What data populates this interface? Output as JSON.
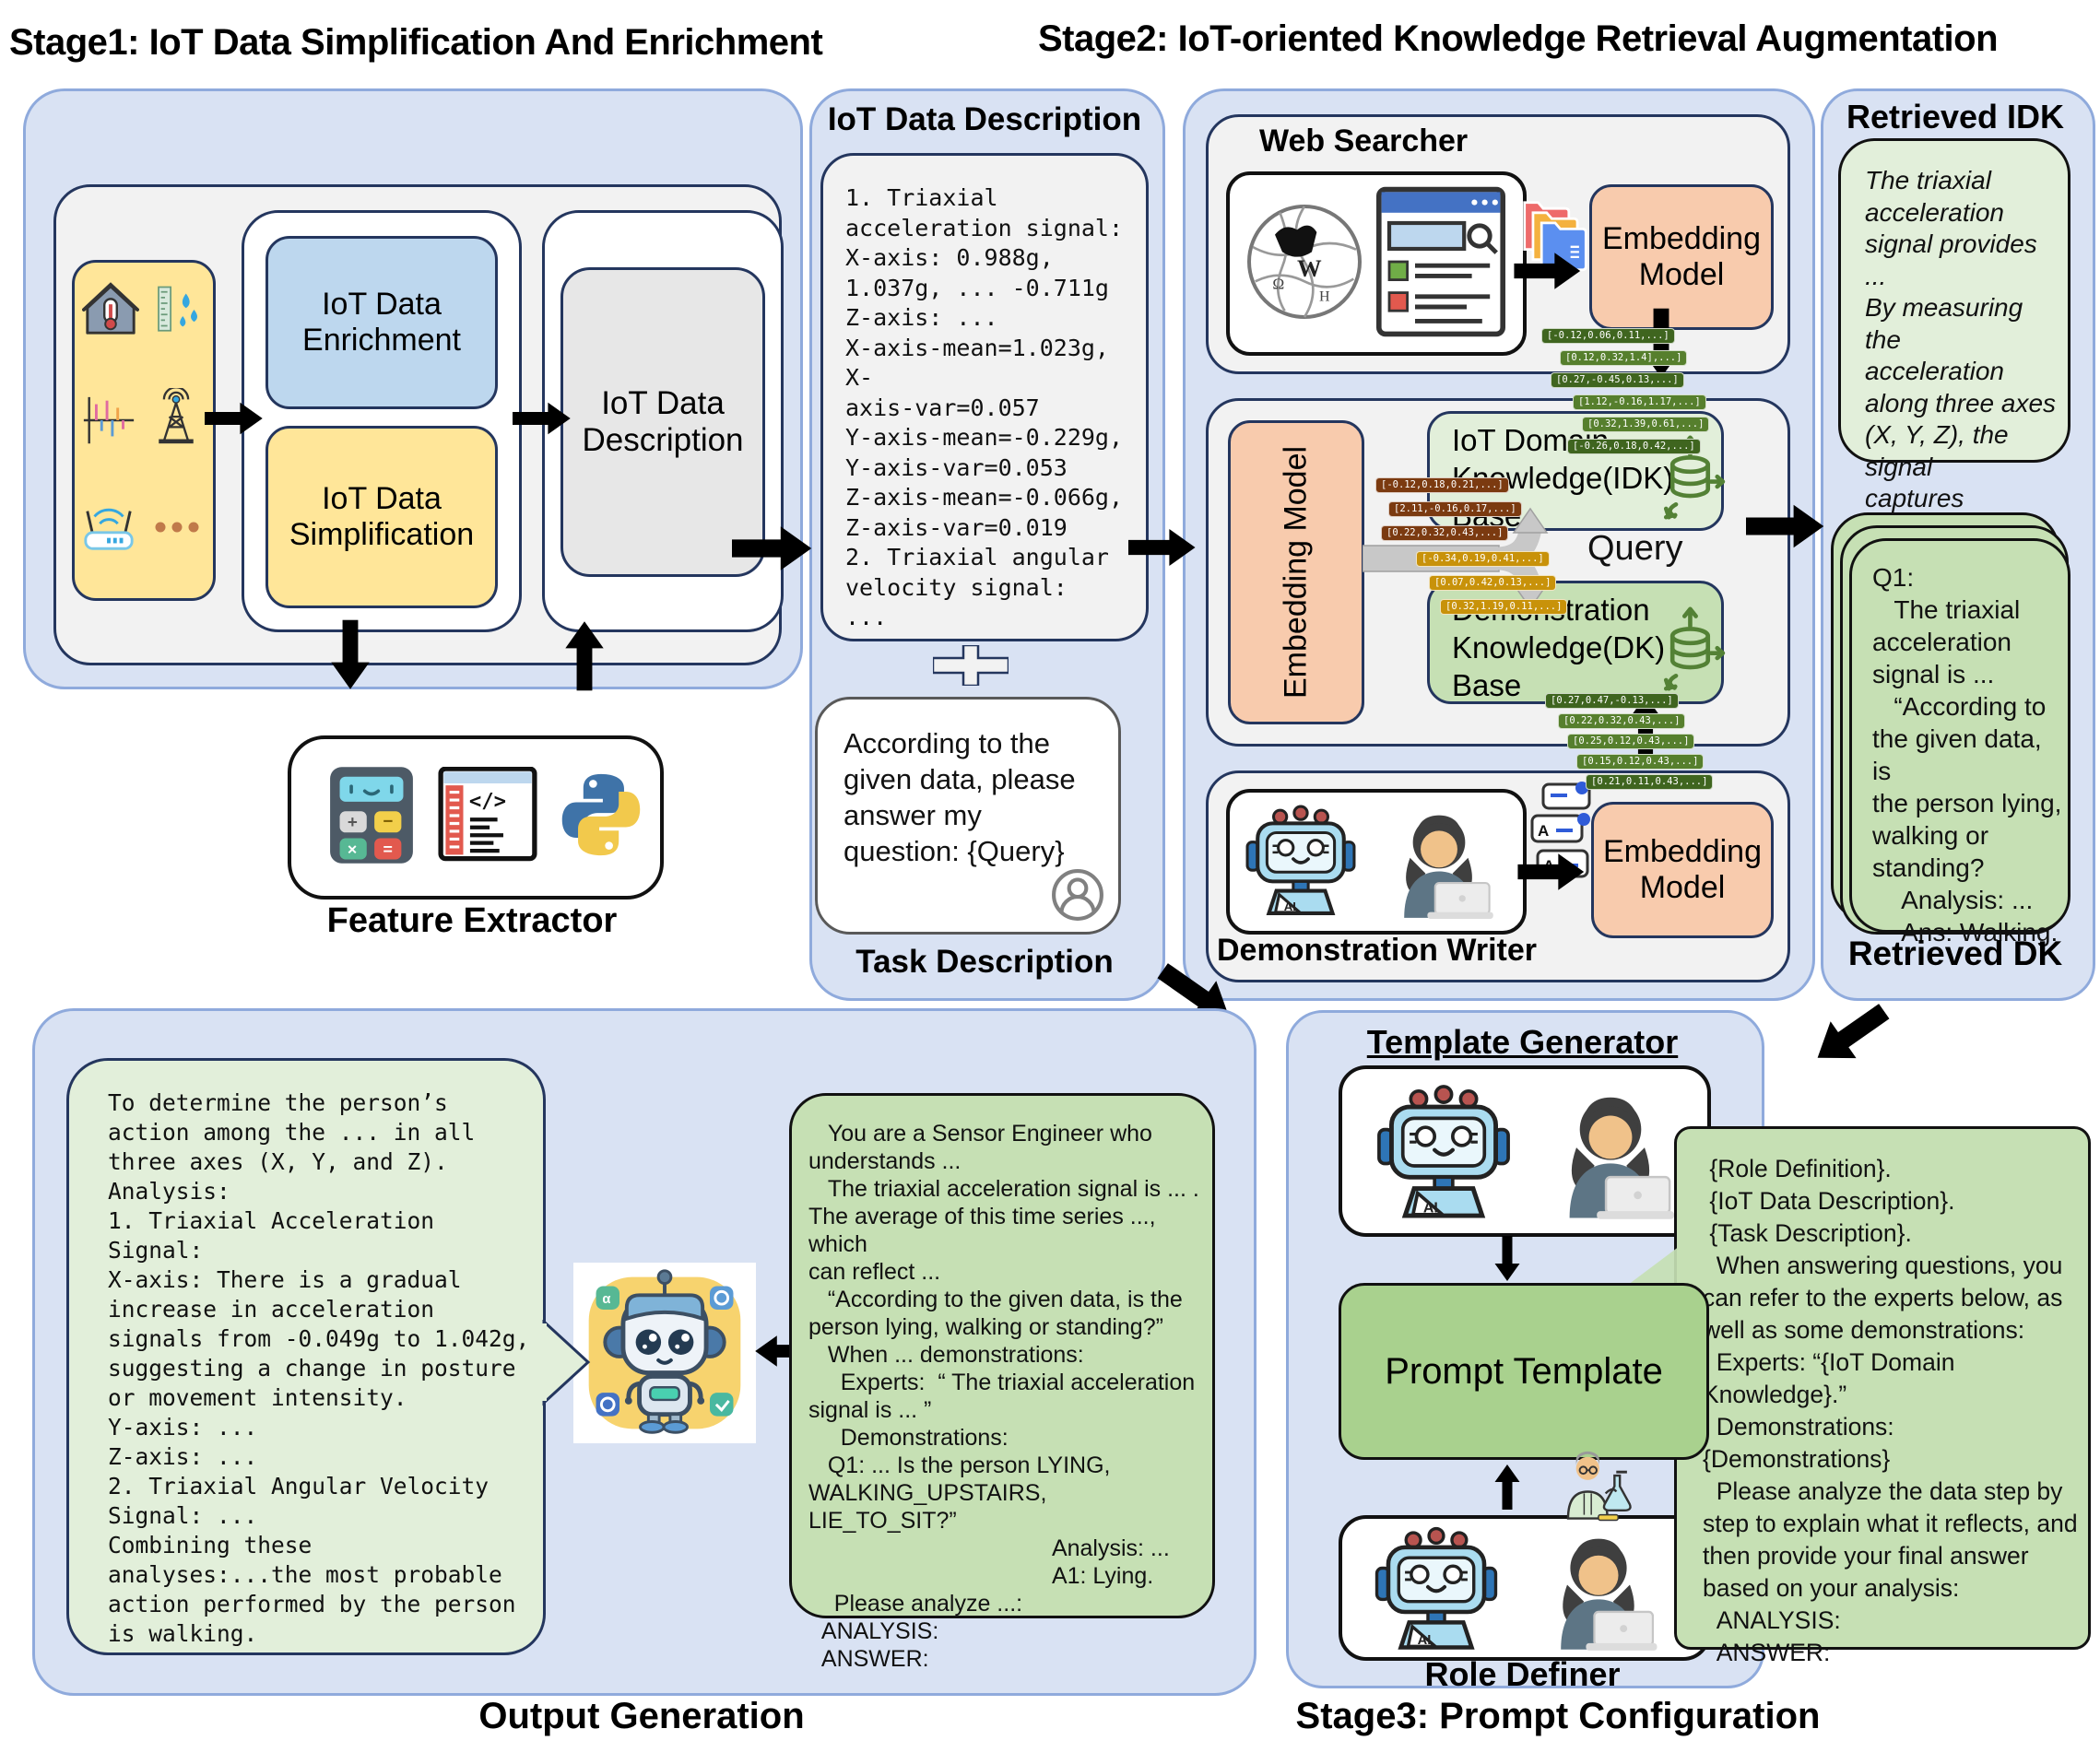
{
  "stage1": {
    "title": "Stage1: IoT Data Simplification And Enrichment",
    "enrichment": "IoT Data Enrichment",
    "simplification": "IoT Data Simplification",
    "description": "IoT Data Description",
    "feature_extractor": "Feature Extractor"
  },
  "middle": {
    "heading": "IoT Data Description",
    "iot_data_text": "1. Triaxial\nacceleration signal:\nX-axis: 0.988g,\n1.037g, ... -0.711g\nZ-axis: ...\nX-axis-mean=1.023g, X-\naxis-var=0.057\nY-axis-mean=-0.229g,\nY-axis-var=0.053\nZ-axis-mean=-0.066g,\nZ-axis-var=0.019\n2. Triaxial angular\nvelocity signal:\n...",
    "task_text": "According to the\ngiven data, please\nanswer my\nquestion: {Query}",
    "task_label": "Task Description"
  },
  "stage2": {
    "title": "Stage2: IoT-oriented Knowledge Retrieval Augmentation",
    "web_searcher": "Web Searcher",
    "embedding_model": "Embedding Model",
    "idk_base": "IoT Domain Knowledge(IDK) Base",
    "dk_base": "Demonstration Knowledge(DK) Base",
    "query": "Query",
    "demonstration_writer": "Demonstration Writer",
    "chips": {
      "web": [
        "[-0.12,0.06,0.11,...]",
        "[0.12,0.32,1.4],...]",
        "[0.27,-0.45,0.13,...]",
        "[1.12,-0.16,1.17,...]",
        "[0.32,1.39,0.61,...]",
        "[-0.26,0.18,0.42,...]"
      ],
      "query_top": [
        "[-0.12,0.18,0.21,...]",
        "[2.11,-0.16,0.17,...]",
        "[0.22,0.32,0.43,...]"
      ],
      "query_bottom": [
        "[-0.34,0.19,0.41,...]",
        "[0.07,0.42,0.13,...]",
        "[0.32,1.19,0.11,...]"
      ],
      "demo": [
        "[0.27,0.47,-0.13,...]",
        "[0.22,0.32,0.43,...]",
        "[0.25,0.12,0.43,...]",
        "[0.15,0.12,0.43,...]",
        "[0.21,0.11,0.43,...]"
      ]
    }
  },
  "retrieved": {
    "idk_label": "Retrieved IDK",
    "idk_text": "The triaxial\nacceleration\nsignal provides ...\nBy measuring the\nacceleration\nalong three axes\n(X, Y, Z), the signal\ncaptures changes\nin velocity and ...",
    "dk_text": "Q1:\n   The triaxial\nacceleration\nsignal is ...\n   “According to\nthe given data, is\nthe person lying,\nwalking or\nstanding?\n    Analysis: ...\n    Ans: Walking.",
    "dk_label": "Retrieved DK"
  },
  "output": {
    "label": "Output Generation",
    "answer_text": "To determine the person’s\naction among the ... in all\nthree axes (X, Y, and Z).\nAnalysis:\n1. Triaxial Acceleration\nSignal:\nX-axis: There is a gradual\nincrease in acceleration\nsignals from -0.049g to 1.042g,\nsuggesting a change in posture\nor movement intensity.\nY-axis: ...\nZ-axis: ...\n2. Triaxial Angular Velocity\nSignal: ...\nCombining these\nanalyses:...the most probable\naction performed by the person\nis walking.",
    "prompt_text": "   You are a Sensor Engineer who\nunderstands ...\n   The triaxial acceleration signal is ... .\nThe average of this time series ..., which\ncan reflect ...\n   “According to the given data, is the\nperson lying, walking or standing?”\n   When ... demonstrations:\n     Experts:  “ The triaxial acceleration\nsignal is ... ”\n     Demonstrations:\n   Q1: ... Is the person LYING,\nWALKING_UPSTAIRS, LIE_TO_SIT?”\n                                      Analysis: ...\n                                      A1: Lying.\n    Please analyze ...:\n  ANALYSIS:\n  ANSWER:"
  },
  "stage3": {
    "label": "Stage3: Prompt Configuration",
    "template_generator": "Template Generator",
    "prompt_template": "Prompt Template",
    "role_definer": "Role Definer",
    "template_text": " {Role Definition}.\n {IoT Data Description}.\n {Task Description}.\n  When answering questions, you\ncan refer to the experts below, as\nwell as some demonstrations:\n  Experts: “{IoT Domain Knowledge}.”\n  Demonstrations:{Demonstrations}\n  Please analyze the data step by\nstep to explain what it reflects, and\nthen provide your final answer\nbased on your analysis:\n  ANALYSIS:\n  ANSWER:"
  },
  "colors": {
    "container_fill": "#d9e2f3",
    "container_border": "#8faadc",
    "panel_fill": "#f2f2f2",
    "navy_border": "#24365e",
    "orange_box": "#f8cbad",
    "light_green": "#e2efda",
    "green": "#c6e0b4",
    "prompt_template_green": "#a9d18e",
    "enrichment_blue": "#bdd7ee",
    "yellow_box": "#ffe699",
    "arrow_blue": "#8faadc"
  }
}
